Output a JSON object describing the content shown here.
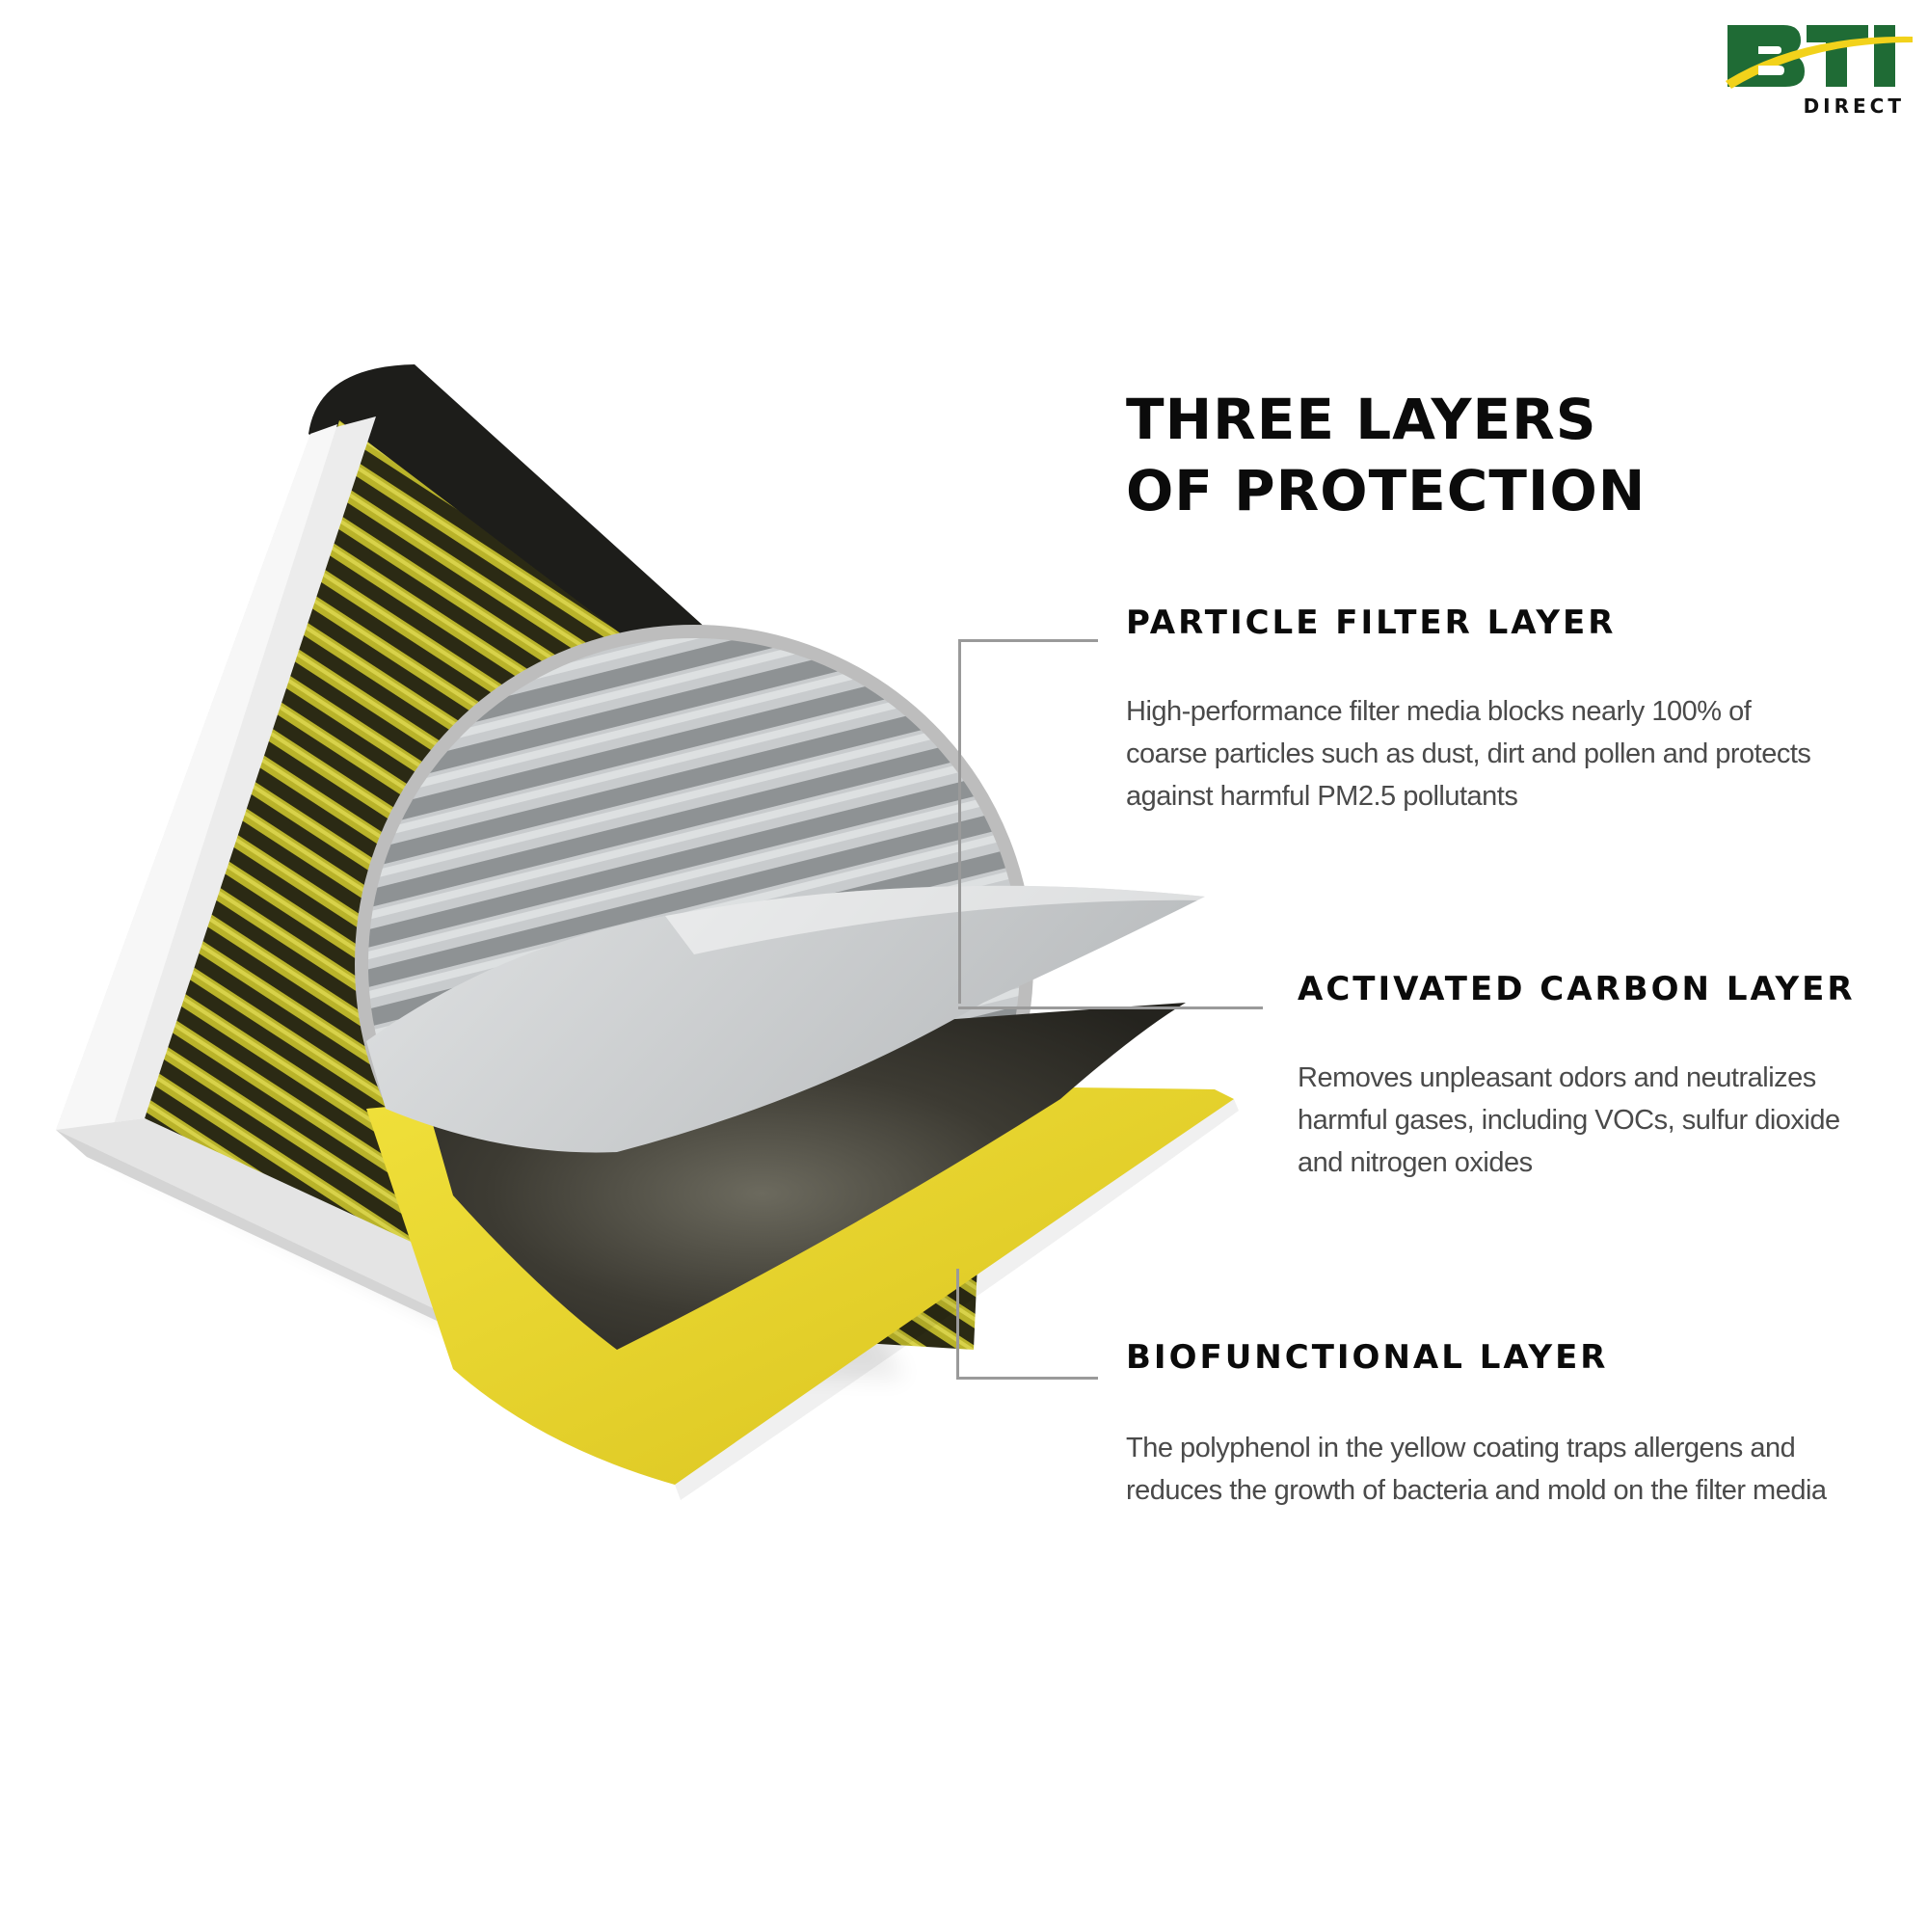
{
  "brand": {
    "logo_text": "BTI",
    "logo_subtext": "DIRECT",
    "colors": {
      "green": "#1f6b35",
      "yellow": "#f2d21b",
      "black": "#111111"
    }
  },
  "main": {
    "title_line1": "THREE LAYERS",
    "title_line2": "OF PROTECTION",
    "layers": [
      {
        "heading": "PARTICLE FILTER LAYER",
        "description": "High-performance filter media blocks nearly 100% of coarse particles such as dust, dirt and pollen and protects against harmful PM2.5 pollutants"
      },
      {
        "heading": "ACTIVATED CARBON LAYER",
        "description": "Removes unpleasant odors and neutralizes harmful gases, including VOCs, sulfur dioxide and nitrogen oxides"
      },
      {
        "heading": "BIOFUNCTIONAL LAYER",
        "description": "The polyphenol in the yellow coating traps allergens and reduces the growth of bacteria and mold on the filter media"
      }
    ]
  },
  "illustration": {
    "subject": "cabin-air-filter-cutaway",
    "colors": {
      "frame": "#e9e9e9",
      "pleat_yellow": "#b9b32a",
      "pleat_dark": "#2b2a14",
      "particle_layer": "#c9cbcc",
      "carbon_layer": "#3a3832",
      "bio_layer": "#e8d62a",
      "magnifier_ring": "#b8b8b8"
    }
  }
}
